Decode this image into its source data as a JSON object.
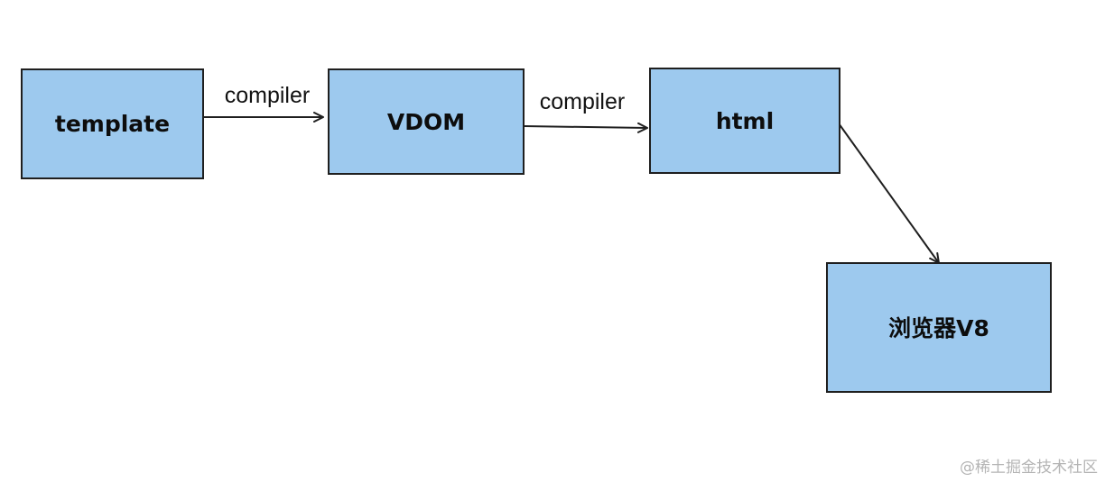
{
  "diagram": {
    "nodes": [
      {
        "id": "template",
        "label": "template"
      },
      {
        "id": "vdom",
        "label": "VDOM"
      },
      {
        "id": "html",
        "label": "html"
      },
      {
        "id": "browser",
        "label": "浏览器V8"
      }
    ],
    "edges": [
      {
        "from": "template",
        "to": "vdom",
        "label": "compiler"
      },
      {
        "from": "vdom",
        "to": "html",
        "label": "compiler"
      },
      {
        "from": "html",
        "to": "browser",
        "label": ""
      }
    ],
    "colors": {
      "node_fill": "#9dc9ee",
      "node_stroke": "#1f1f1f",
      "edge": "#1f1f1f"
    }
  },
  "watermark": "@稀土掘金技术社区"
}
